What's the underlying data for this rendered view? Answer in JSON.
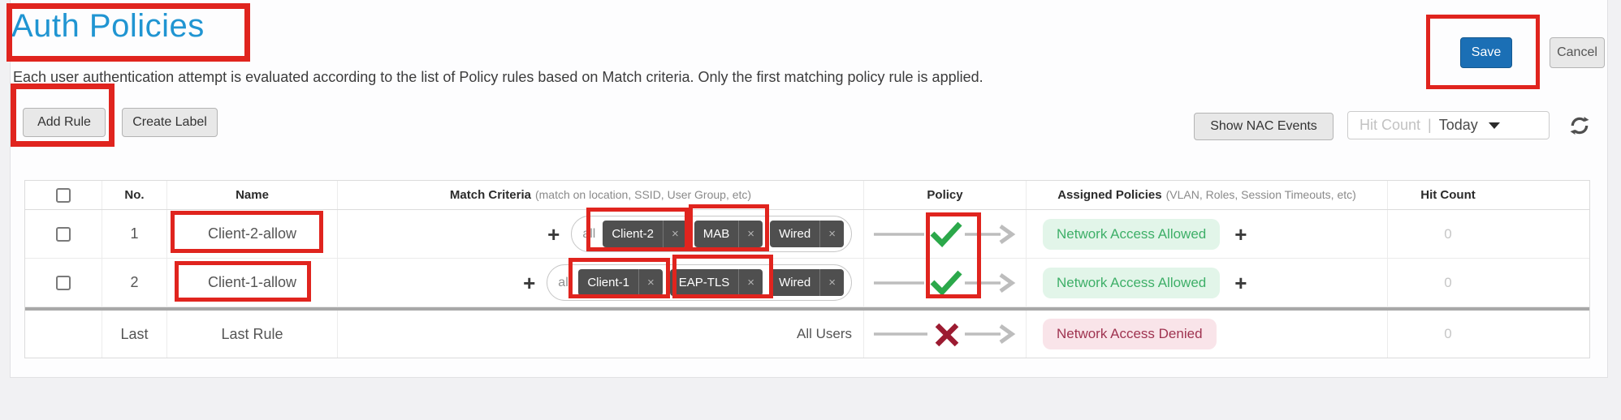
{
  "page": {
    "title": "Auth Policies",
    "description": "Each user authentication attempt is evaluated according to the list of Policy rules based on Match criteria. Only the first matching policy rule is applied."
  },
  "actions": {
    "save": "Save",
    "cancel": "Cancel"
  },
  "toolbar": {
    "add_rule": "Add Rule",
    "create_label": "Create Label",
    "show_nac_events": "Show NAC Events",
    "hit_count_label": "Hit Count",
    "separator": "|",
    "period": "Today"
  },
  "icons": {
    "plus": "+",
    "close": "×"
  },
  "table": {
    "headers": {
      "no": "No.",
      "name": "Name",
      "match_criteria": "Match Criteria",
      "match_criteria_hint": "(match on location, SSID, User Group, etc)",
      "policy": "Policy",
      "assigned_policies": "Assigned Policies",
      "assigned_policies_hint": "(VLAN, Roles, Session Timeouts, etc)",
      "hit_count": "Hit Count"
    },
    "match_mode_label": "all",
    "rows": [
      {
        "no": "1",
        "name": "Client-2-allow",
        "criteria": [
          "Client-2",
          "MAB",
          "Wired"
        ],
        "policy": "allow",
        "assigned_policy": "Network Access Allowed",
        "hit_count": "0"
      },
      {
        "no": "2",
        "name": "Client-1-allow",
        "criteria": [
          "Client-1",
          "EAP-TLS",
          "Wired"
        ],
        "policy": "allow",
        "assigned_policy": "Network Access Allowed",
        "hit_count": "0"
      }
    ],
    "last_row": {
      "no": "Last",
      "name": "Last Rule",
      "match": "All Users",
      "policy": "deny",
      "assigned_policy": "Network Access Denied",
      "hit_count": "0"
    }
  },
  "colors": {
    "title_blue": "#2095d2",
    "save_blue": "#1b6fb5",
    "allow_green": "#2ba84a",
    "deny_red": "#9c1b31",
    "allowed_pill_bg": "#e2f5e9",
    "allowed_pill_text": "#3eaf68",
    "denied_pill_bg": "#f9e4e9",
    "denied_pill_text": "#9f3350",
    "annotation_red": "#e0241e"
  }
}
